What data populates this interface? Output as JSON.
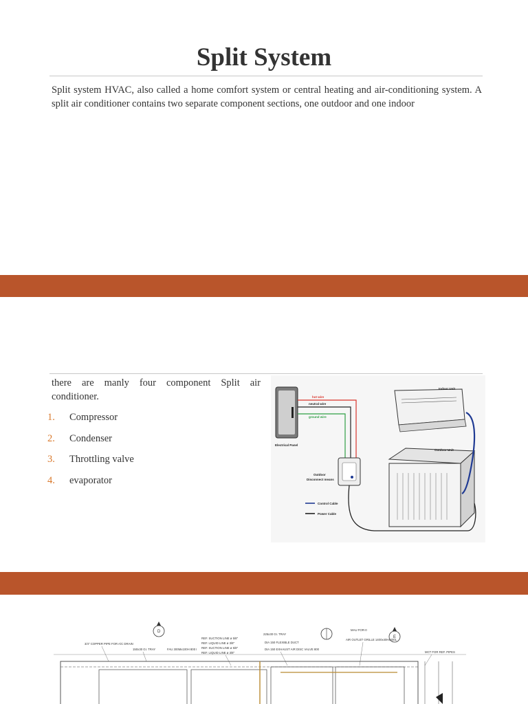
{
  "slide1": {
    "title": "Split System",
    "paragraph": "Split system HVAC, also called a home comfort system or central heating and air-conditioning system. A split air conditioner contains two separate component sections, one outdoor and one indoor"
  },
  "slide2": {
    "intro": "there are manly four component Split air conditioner.",
    "items": [
      {
        "num": "1.",
        "label": "Compressor"
      },
      {
        "num": "2.",
        "label": "Condenser"
      },
      {
        "num": "3.",
        "label": "Throttling valve"
      },
      {
        "num": "4.",
        "label": " evaporator"
      }
    ],
    "diagram": {
      "indoor_unit": "Indoor Unit",
      "outdoor_unit": "Outdoor Unit",
      "electrical_panel": "Electrical Panel",
      "disconnect_1": "Outdoor",
      "disconnect_2": "Disconnect means",
      "hot_wire": "hot wire",
      "neutral_wire": "neutral wire",
      "ground_wire": "ground wire",
      "control_cable": "Control Cable",
      "power_cable": "Power Cable",
      "colors": {
        "hot": "#d9342b",
        "neutral": "#222222",
        "ground": "#2e9e44",
        "control": "#1f3a93"
      }
    }
  },
  "slide3": {
    "drawing_labels": {
      "a": "3/4\" COPPER PIPE FOR A/C DRAIN",
      "b": "150x30 GI. TRAY",
      "c": "FAU 300Mx100H 800 I",
      "d": "REF. SUCTION LINE ø 5/8\"",
      "e": "REF. LIQUID LINE ø 3/8\"",
      "f": "REF. SUCTION LINE ø 5/8\"",
      "g": "REF. LIQUID LINE ø 3/8\"",
      "h": "225x30 GI. TRAY",
      "i": "DIA 150 FLEXIBLE DUCT",
      "j": "DIA 150 EXHAUST AIR DISC VALVE 800",
      "k": "MAU FOR-0",
      "l": "AIR OUTLET GRILLE 1400x40Hx200L",
      "m": "MCT FOR REF. PIPES",
      "grid_d": "D",
      "grid_e": "E"
    },
    "accent": "#b9552b"
  }
}
